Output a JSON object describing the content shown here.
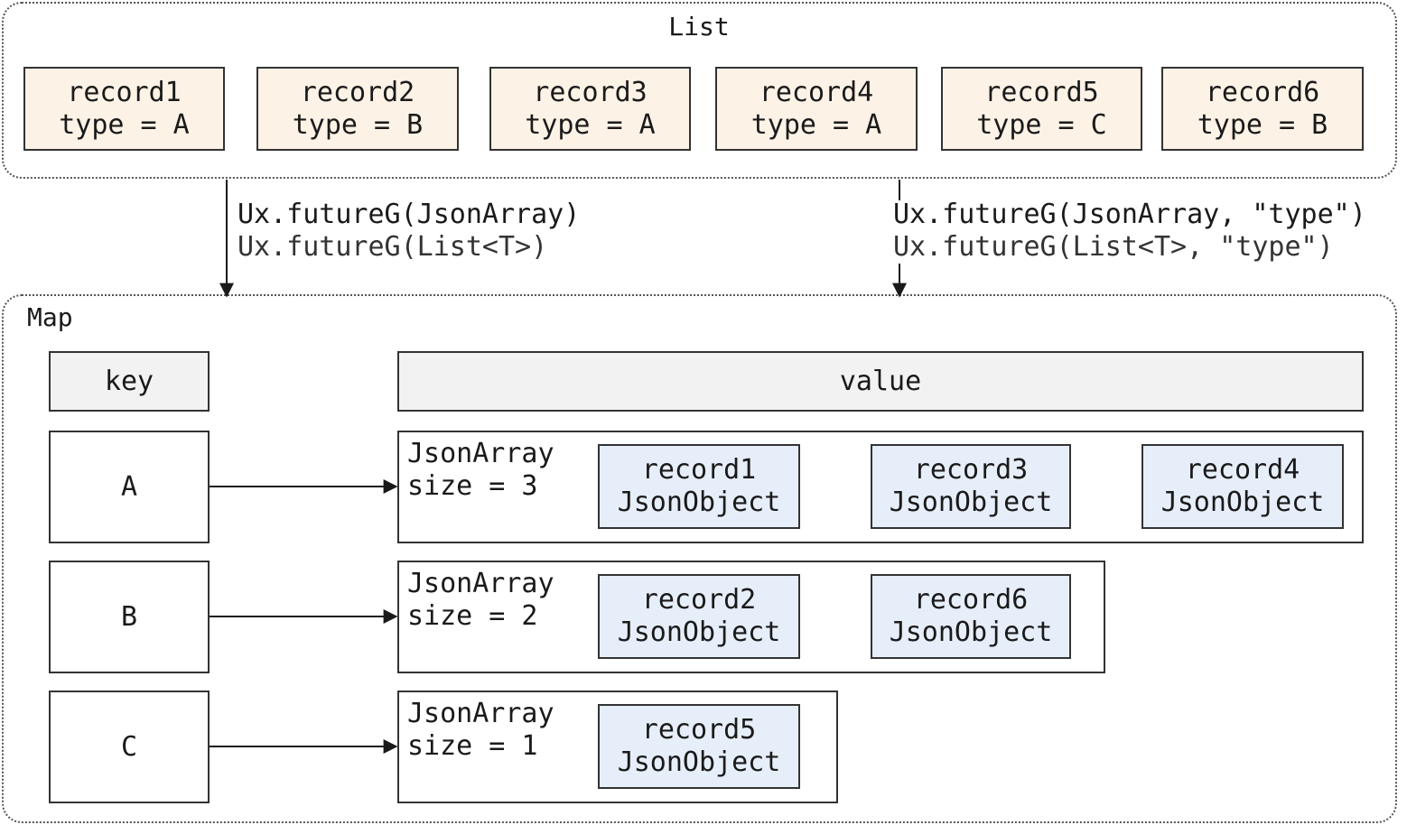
{
  "list": {
    "title": "List",
    "records": [
      {
        "name": "record1",
        "type": "type = A"
      },
      {
        "name": "record2",
        "type": "type = B"
      },
      {
        "name": "record3",
        "type": "type = A"
      },
      {
        "name": "record4",
        "type": "type = A"
      },
      {
        "name": "record5",
        "type": "type = C"
      },
      {
        "name": "record6",
        "type": "type = B"
      }
    ]
  },
  "calls": {
    "left": [
      "Ux.futureG(JsonArray)",
      "Ux.futureG(List<T>)"
    ],
    "right": [
      "Ux.futureG(JsonArray, \"type\")",
      "Ux.futureG(List<T>, \"type\")"
    ]
  },
  "map": {
    "title": "Map",
    "key_header": "key",
    "value_header": "value",
    "rows": [
      {
        "key": "A",
        "array_label": "JsonArray",
        "size": "size = 3",
        "objects": [
          {
            "name": "record1",
            "kind": "JsonObject"
          },
          {
            "name": "record3",
            "kind": "JsonObject"
          },
          {
            "name": "record4",
            "kind": "JsonObject"
          }
        ]
      },
      {
        "key": "B",
        "array_label": "JsonArray",
        "size": "size = 2",
        "objects": [
          {
            "name": "record2",
            "kind": "JsonObject"
          },
          {
            "name": "record6",
            "kind": "JsonObject"
          }
        ]
      },
      {
        "key": "C",
        "array_label": "JsonArray",
        "size": "size = 1",
        "objects": [
          {
            "name": "record5",
            "kind": "JsonObject"
          }
        ]
      }
    ]
  }
}
